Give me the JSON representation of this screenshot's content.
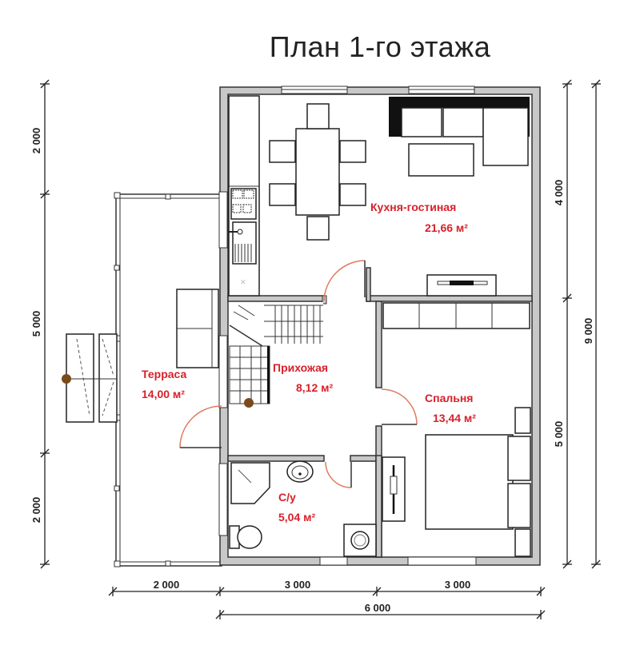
{
  "title": "План 1-го этажа",
  "rooms": [
    {
      "name": "Кухня-гостиная",
      "area": "21,66 м²"
    },
    {
      "name": "Прихожая",
      "area": "8,12 м²"
    },
    {
      "name": "Терраса",
      "area": "14,00 м²"
    },
    {
      "name": "Спальня",
      "area": "13,44 м²"
    },
    {
      "name": "С/у",
      "area": "5,04 м²"
    }
  ],
  "dimensions": {
    "left": [
      "2 000",
      "5 000",
      "2 000"
    ],
    "right_inner": [
      "4 000",
      "5 000"
    ],
    "right_outer": "9 000",
    "bottom_row1": [
      "2 000",
      "3 000",
      "3 000"
    ],
    "bottom_row2": "6 000"
  },
  "colors": {
    "room_label": "#d8202a",
    "wall_fill": "#c8c8c8",
    "door_arc": "#e07a5f",
    "column": "#7a4a1a"
  }
}
